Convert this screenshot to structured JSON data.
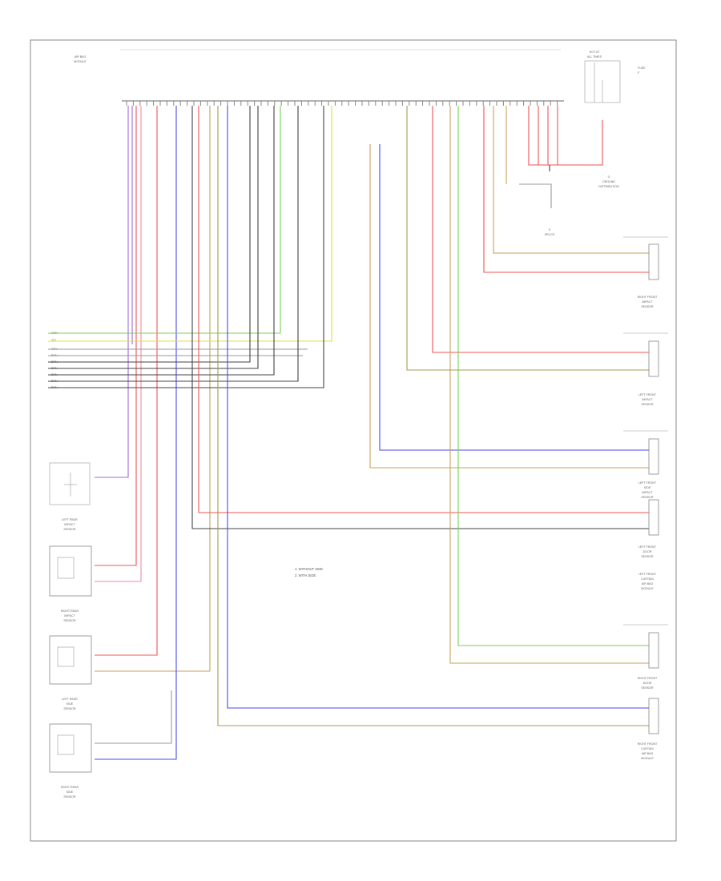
{
  "diagram": {
    "module_label": [
      "AIR BAG",
      "MODULE"
    ],
    "connector_top_label": [
      "HOT AT",
      "ALL TIMES"
    ],
    "fuse_label": [
      "FUSE",
      "F"
    ],
    "ground_label": [
      "G",
      "GROUND",
      "DISTRIBUTION"
    ],
    "splice_label": [
      "S",
      "SPLICE"
    ],
    "footnote": "",
    "legend_lines": [
      "1: WITHOUT SIDE",
      "2: WITH SIDE"
    ],
    "components": {
      "right_front_impact_sensor": [
        "RIGHT FRONT",
        "IMPACT",
        "SENSOR"
      ],
      "left_front_impact_sensor": [
        "LEFT FRONT",
        "IMPACT",
        "SENSOR"
      ],
      "left_front_seat_sensor": [
        "LEFT FRONT",
        "SIDE",
        "IMPACT",
        "SENSOR"
      ],
      "left_front_door_sensor": [
        "LEFT FRONT",
        "DOOR",
        "SENSOR"
      ],
      "left_front_curtain": [
        "LEFT FRONT",
        "CURTAIN",
        "AIR BAG",
        "MODULE"
      ],
      "right_front_door_sensor": [
        "RIGHT FRONT",
        "DOOR",
        "SENSOR"
      ],
      "right_front_curtain": [
        "RIGHT FRONT",
        "CURTAIN",
        "AIR BAG",
        "MODULE"
      ],
      "left_rear_impact": [
        "LEFT REAR",
        "IMPACT",
        "SENSOR"
      ],
      "right_rear_impact": [
        "RIGHT REAR",
        "IMPACT",
        "SENSOR"
      ],
      "left_rear_side": [
        "LEFT REAR",
        "SIDE",
        "SENSOR"
      ],
      "right_rear_side": [
        "RIGHT REAR",
        "SIDE",
        "SENSOR"
      ]
    },
    "bus_labels": [
      "GRN",
      "YEL",
      "GRY",
      "BRN",
      "BRN",
      "BRN",
      "BRN",
      "BRN",
      "BRN"
    ],
    "wire_colors": {
      "violet": "#9b6bd8",
      "blue": "#4a4ae8",
      "red": "#ee5555",
      "pink": "#f08aa0",
      "green": "#77d055",
      "yellow": "#e8dd33",
      "gray": "#999999",
      "dark": "#444444",
      "tan": "#c8a25a",
      "olive": "#a99a55"
    }
  }
}
